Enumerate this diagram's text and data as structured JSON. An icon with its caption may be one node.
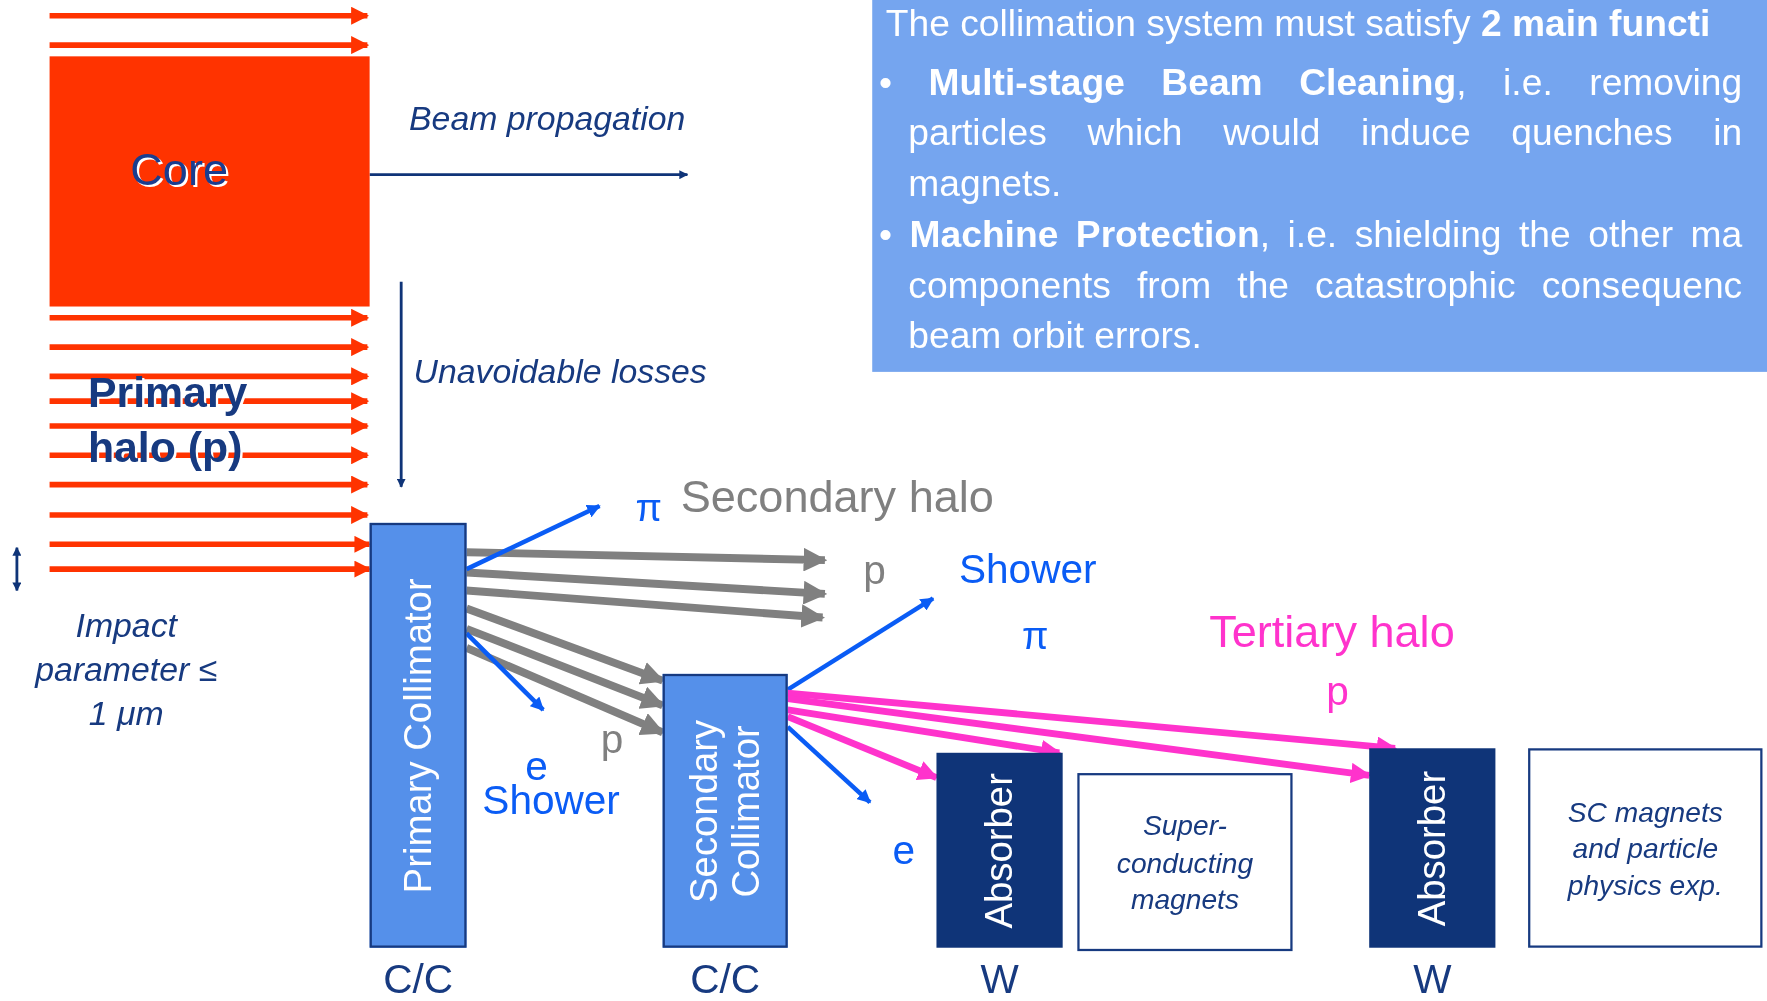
{
  "diagram": {
    "nodes": [
      {
        "text": [
          "Core"
        ]
      },
      {
        "text": [
          "Primary halo (p)"
        ]
      },
      {
        "text": [
          "Primary Collimator"
        ],
        "beside": [
          "C/C"
        ]
      },
      {
        "text": [
          "Secondary Collimator"
        ],
        "beside": [
          "C/C"
        ]
      },
      {
        "text": [
          "Absorber"
        ],
        "beside": [
          "W"
        ]
      },
      {
        "text": [
          "Super-conducting magnets"
        ]
      },
      {
        "text": [
          "Absorber"
        ],
        "beside": [
          "W"
        ]
      },
      {
        "text": [
          "SC magnets and particle physics exp."
        ]
      },
      {
        "text": [
          "The collimation system must satisfy **2 main functi**",
          "• **Multi-stage Beam Cleaning**, i.e. removing particles which would induce quenches in magnets.",
          "• **Machine Protection**, i.e. shielding the other ma components from the catastrophic consequenc beam orbit errors."
        ]
      }
    ],
    "edges": [
      {
        "from": null,
        "to": 2,
        "arrow": "to",
        "color": "#ff3300"
      },
      {
        "from": null,
        "to": 2,
        "arrow": "to",
        "color": "#ff3300"
      },
      {
        "from": 2,
        "to": null,
        "arrow": "to"
      },
      {
        "from": 2,
        "to": null,
        "arrow": "to"
      },
      {
        "from": 2,
        "to": null,
        "arrow": "to"
      },
      {
        "from": 2,
        "to": 3,
        "arrow": "to"
      },
      {
        "from": 2,
        "to": 3,
        "arrow": "to"
      },
      {
        "from": 2,
        "to": 3,
        "arrow": "to"
      },
      {
        "from": 2,
        "to": null,
        "arrow": "to",
        "color": "#0a5cf5"
      },
      {
        "from": 2,
        "to": null,
        "arrow": "to",
        "color": "#0a5cf5"
      },
      {
        "from": 3,
        "to": null,
        "arrow": "to",
        "color": "#0a5cf5"
      },
      {
        "from": 3,
        "to": null,
        "arrow": "to",
        "color": "#0a5cf5"
      },
      {
        "from": 3,
        "to": 6,
        "arrow": "to",
        "color": "#ff33cc"
      },
      {
        "from": 3,
        "to": 4,
        "arrow": "to",
        "color": "#ff33cc"
      },
      {
        "from": 3,
        "to": 6,
        "arrow": "to",
        "color": "#ff33cc"
      },
      {
        "from": 3,
        "to": 4,
        "arrow": "to",
        "color": "#ff33cc"
      }
    ],
    "labels": [
      "Beam propagation",
      "Unavoidable losses",
      "π",
      "Secondary halo",
      "p",
      "Shower",
      "Impact parameter ≤ 1 μm",
      "π",
      "Tertiary halo",
      "p",
      "e",
      "p",
      "Shower",
      "e"
    ]
  }
}
